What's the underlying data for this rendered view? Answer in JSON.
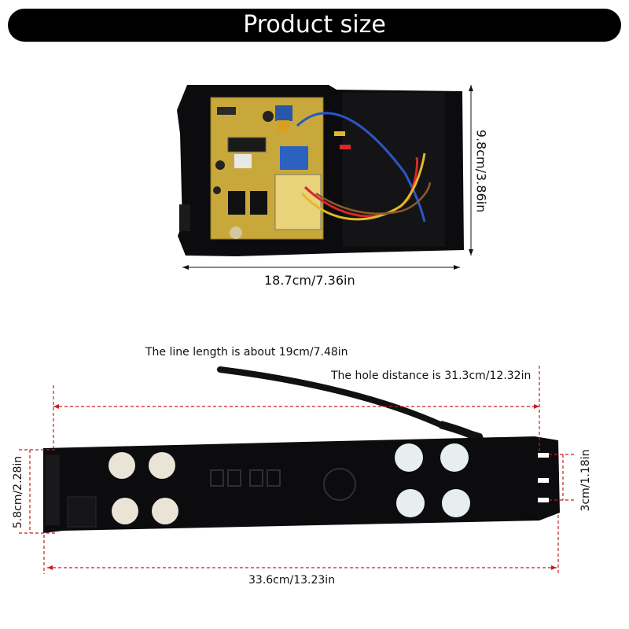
{
  "banner": {
    "title": "Product size"
  },
  "top": {
    "width_label": "18.7cm/7.36in",
    "height_label": "9.8cm/3.86in"
  },
  "bottom": {
    "line_length_label": "The line length is about 19cm/7.48in",
    "hole_distance_label": "The hole distance is 31.3cm/12.32in",
    "length_label": "33.6cm/13.23in",
    "height_label": "5.8cm/2.28in",
    "hole_gap_label": "3cm/1.18in"
  },
  "colors": {
    "banner": "#000000",
    "dimension_red": "#c81e1e",
    "pcb": "#c8a83a",
    "housing": "#0c0c0e",
    "button_left": "#e9e4d6",
    "button_right": "#e7eef0"
  }
}
